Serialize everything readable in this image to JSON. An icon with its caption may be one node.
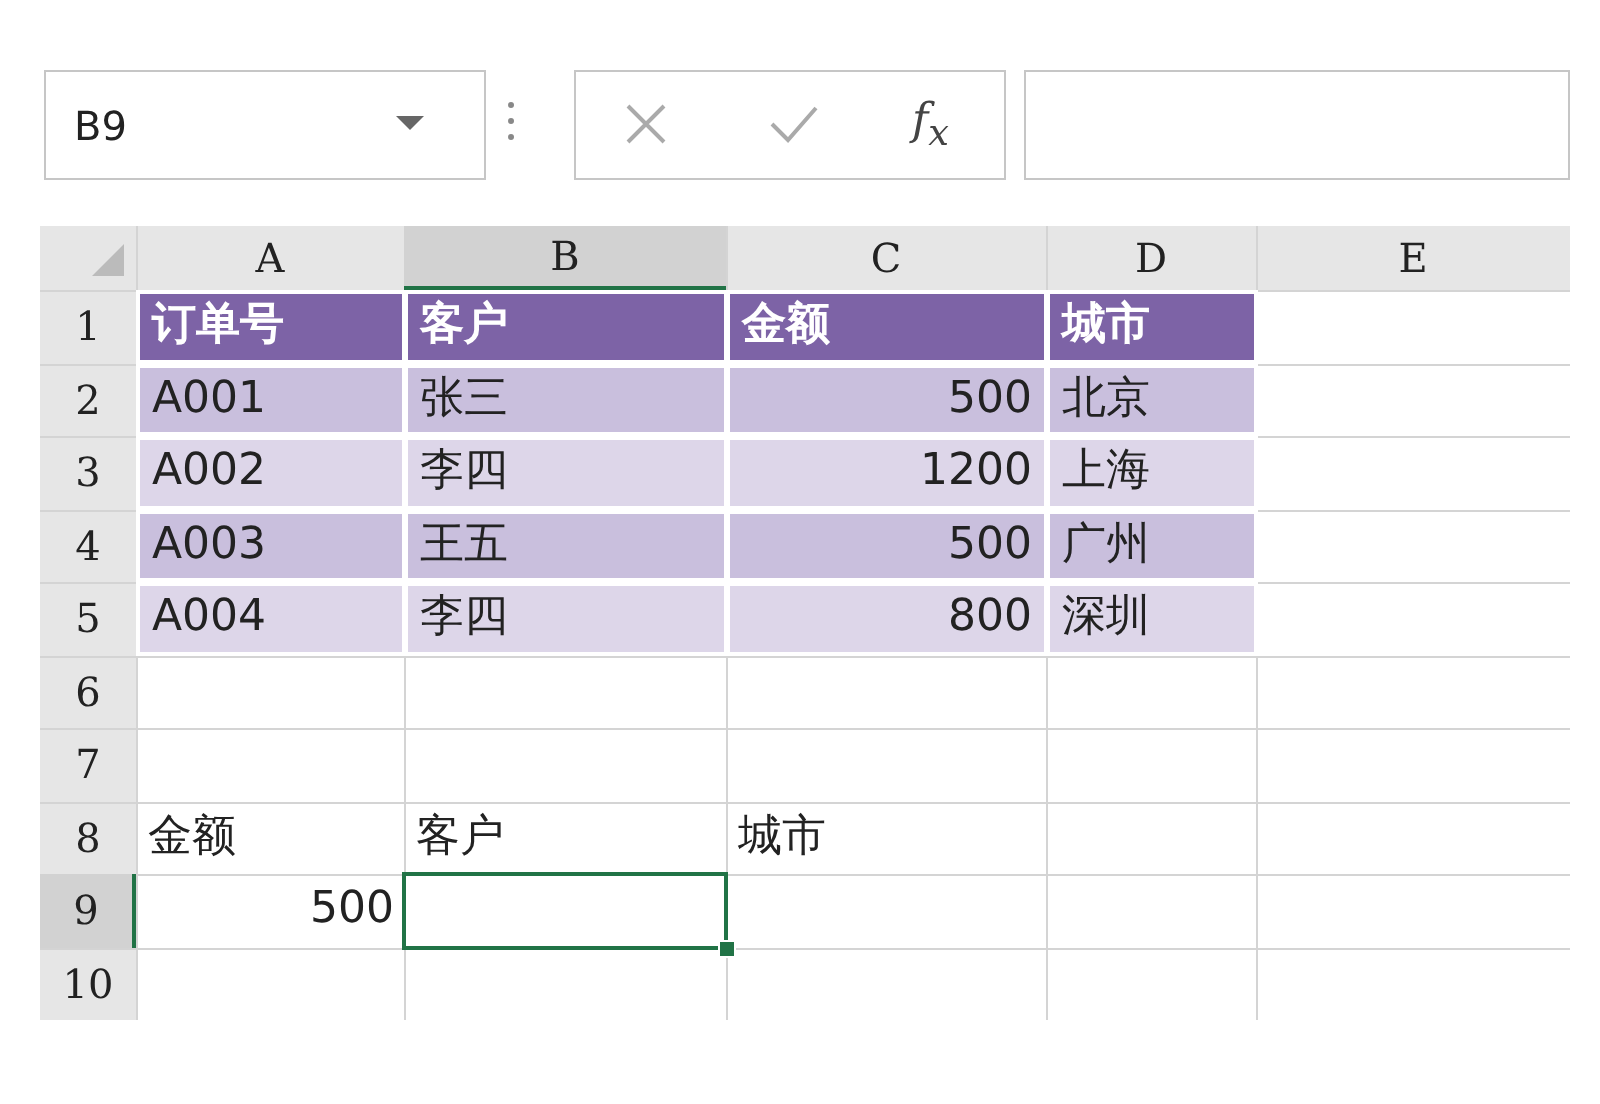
{
  "diagram": {
    "labels": [
      "B9",
      "f$_{x}$",
      "A",
      "B",
      "C",
      "D",
      "E",
      "1",
      "订单号",
      "客户",
      "金额",
      "城市",
      "2",
      "A001",
      "张三",
      "500",
      "北京",
      "3",
      "A002",
      "李四",
      "1200",
      "上海",
      "4",
      "A003",
      "王五",
      "500",
      "广州",
      "5",
      "A004",
      "李四",
      "800",
      "深圳",
      "6",
      "7",
      "8",
      "金额",
      "客户",
      "城市",
      "9",
      "500",
      "10"
    ]
  }
}
